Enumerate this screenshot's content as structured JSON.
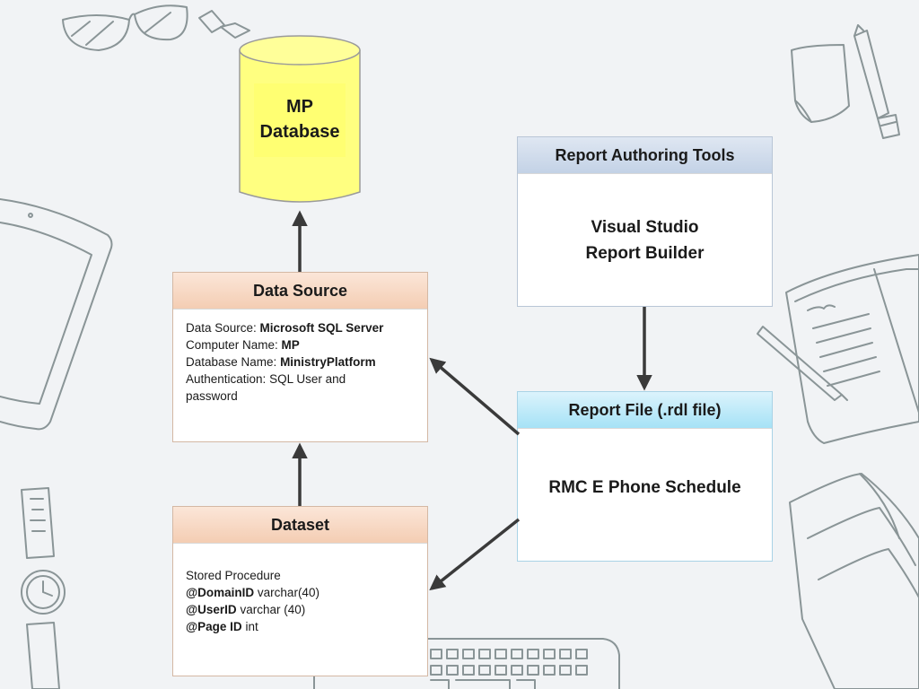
{
  "database": {
    "line1": "MP",
    "line2": "Database",
    "color": "#ffff80"
  },
  "data_source": {
    "title": "Data Source",
    "rows": [
      {
        "label": "Data Source: ",
        "value": "Microsoft SQL Server"
      },
      {
        "label": "Computer Name: ",
        "value": "MP"
      },
      {
        "label": "Database Name: ",
        "value": "MinistryPlatform"
      },
      {
        "label": "Authentication: SQL User and",
        "value": ""
      },
      {
        "label": "password",
        "value": ""
      }
    ]
  },
  "dataset": {
    "title": "Dataset",
    "rows": [
      {
        "strong": "",
        "text": "Stored Procedure"
      },
      {
        "strong": "@DomainID",
        "text": " varchar(40)"
      },
      {
        "strong": "@UserID",
        "text": " varchar (40)"
      },
      {
        "strong": "@Page ID",
        "text": " int"
      }
    ]
  },
  "authoring": {
    "title": "Report Authoring Tools",
    "line1": "Visual Studio",
    "line2": "Report Builder"
  },
  "report_file": {
    "title": "Report File (.rdl file)",
    "body": "RMC E Phone Schedule"
  },
  "colors": {
    "arrow": "#3a3a3a",
    "warm_header": "#f4cdb3",
    "blue_header": "#c3d2e6",
    "cyan_header": "#a6e2f6",
    "sketch": "#8a9597"
  },
  "decorations": [
    "glasses-sketch",
    "usb-drive-sketch",
    "sticky-note-sketch",
    "pen-sketch",
    "tablet-sketch",
    "notebook-sketch",
    "wristwatch-sketch",
    "keyboard-sketch",
    "book-sketch"
  ]
}
